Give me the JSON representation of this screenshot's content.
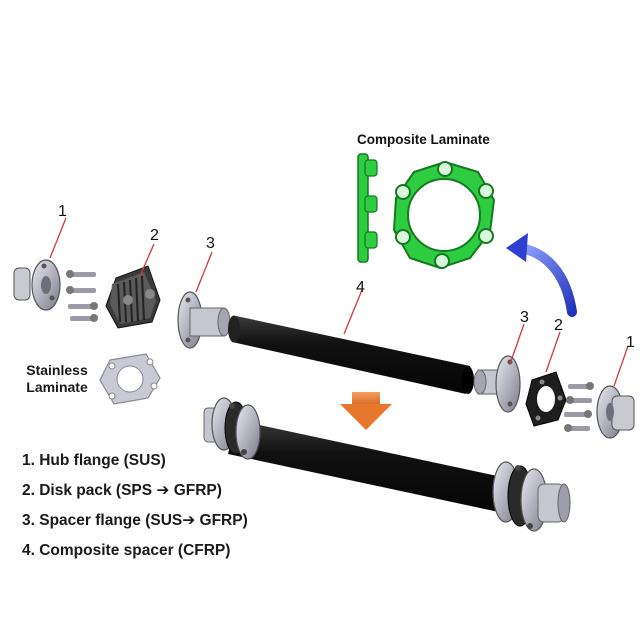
{
  "callout_numbers": {
    "left_hub": "1",
    "left_disk": "2",
    "left_spacer_flange": "3",
    "spacer": "4",
    "right_spacer_flange": "3",
    "right_disk": "2",
    "right_hub": "1"
  },
  "labels": {
    "composite_laminate": "Composite Laminate",
    "stainless_laminate_line1": "Stainless",
    "stainless_laminate_line2": "Laminate"
  },
  "legend": [
    "1. Hub flange (SUS)",
    "2. Disk pack  (SPS ➔ GFRP)",
    "3. Spacer flange  (SUS➔ GFRP)",
    "4. Composite spacer (CFRP)"
  ],
  "colors": {
    "composite": "#2ecc40",
    "composite_outline": "#147a1e",
    "spacer": "#111111",
    "metal": "#b9b9c4",
    "callout_line": "#d23a3a",
    "curved_arrow": "#2f3fd0",
    "down_arrow": "#e8772e"
  }
}
